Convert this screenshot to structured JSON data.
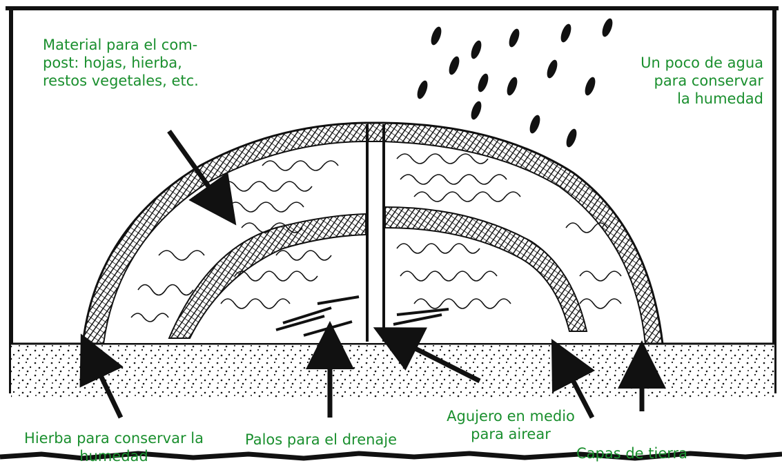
{
  "labels": {
    "material": "Material para el com-\npost: hojas, hierba,\nrestos vegetales, etc.",
    "agua": "Un poco de agua\npara conservar\nla humedad",
    "hierba": "Hierba para conservar la\nhumedad",
    "palos": "Palos para el drenaje",
    "agujero": "Agujero en medio\npara airear",
    "capas": "Capas de tierra"
  },
  "colors": {
    "label_text": "#1a8f2e",
    "ink": "#111111",
    "background": "#ffffff"
  },
  "icons": {
    "drops": "water-drop-icon",
    "arrows": "arrow-icon"
  }
}
